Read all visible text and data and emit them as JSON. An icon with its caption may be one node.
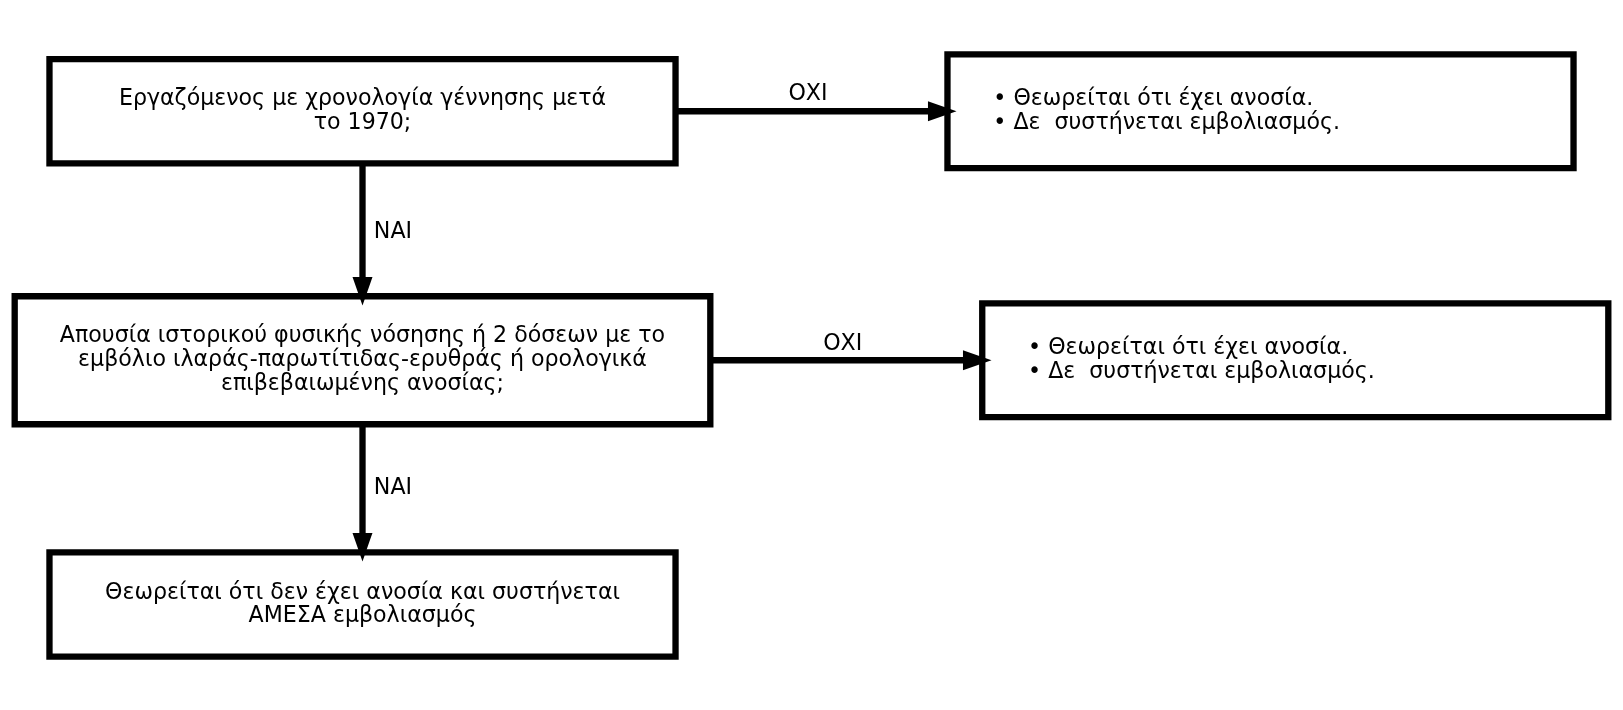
{
  "diagram": {
    "nodes": [
      {
        "text": [
          "Εργαζόμενος με χρονολογία γέννησης μετά το 1970;"
        ]
      },
      {
        "text": [
          "• Θεωρείται ότι έχει ανοσία.",
          "• Δε  συστήνεται εμβολιασμός."
        ]
      },
      {
        "text": [
          "Απουσία ιστορικού φυσικής νόσησης ή 2 δόσεων με το εμβόλιο ιλαράς-παρωτίτιδας-ερυθράς ή ορολογικά επιβεβαιωμένης ανοσίας;"
        ]
      },
      {
        "text": [
          "• Θεωρείται ότι έχει ανοσία.",
          "• Δε  συστήνεται εμβολιασμός."
        ]
      },
      {
        "text": [
          "Θεωρείται ότι δεν έχει ανοσία και συστήνεται ΑΜΕΣΑ εμβολιασμός"
        ]
      }
    ],
    "edges": [
      {
        "from": 0,
        "to": 1,
        "arrow": "to",
        "label": "ΟΧΙ"
      },
      {
        "from": 0,
        "to": 2,
        "arrow": "to",
        "label": "ΝΑΙ"
      },
      {
        "from": 2,
        "to": 3,
        "arrow": "to",
        "label": "ΟΧΙ"
      },
      {
        "from": 2,
        "to": 4,
        "arrow": "to",
        "label": "ΝΑΙ"
      }
    ]
  }
}
